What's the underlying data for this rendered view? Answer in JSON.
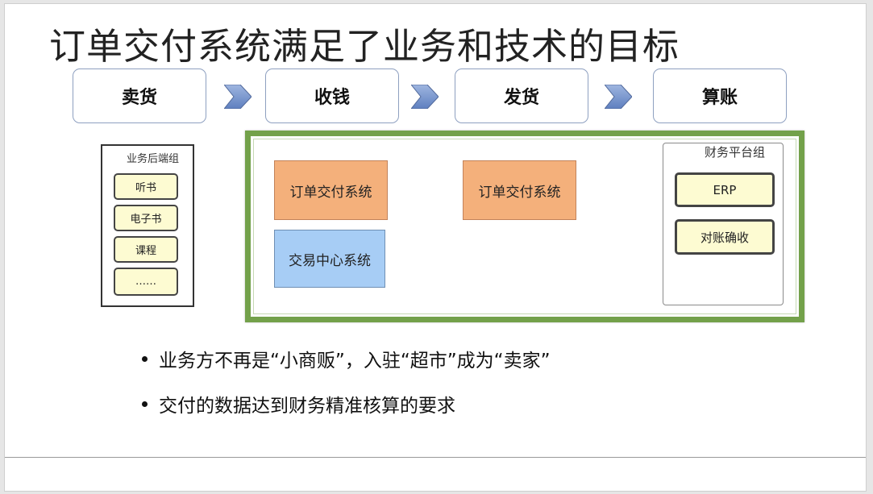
{
  "title": "订单交付系统满足了业务和技术的目标",
  "stages": [
    "卖货",
    "收钱",
    "发货",
    "算账"
  ],
  "business_group": {
    "label": "业务后端组",
    "items": [
      "听书",
      "电子书",
      "课程",
      "……"
    ]
  },
  "systems": {
    "order_delivery_left": "订单交付系统",
    "order_delivery_right": "订单交付系统",
    "trade_center": "交易中心系统"
  },
  "finance_group": {
    "label": "财务平台组",
    "items": [
      "ERP",
      "对账确收"
    ]
  },
  "bullets": [
    "业务方不再是“小商贩”，入驻“超市”成为“卖家”",
    "交付的数据达到财务精准核算的要求"
  ],
  "colors": {
    "frame_green": "#73a14a",
    "system_orange": "#f4b07b",
    "system_blue": "#a7cdf5",
    "chip_yellow": "#fdfbd2",
    "arrow_blue": "#7c9bd1"
  },
  "icons": [
    "chevron-right-arrow-icon"
  ]
}
